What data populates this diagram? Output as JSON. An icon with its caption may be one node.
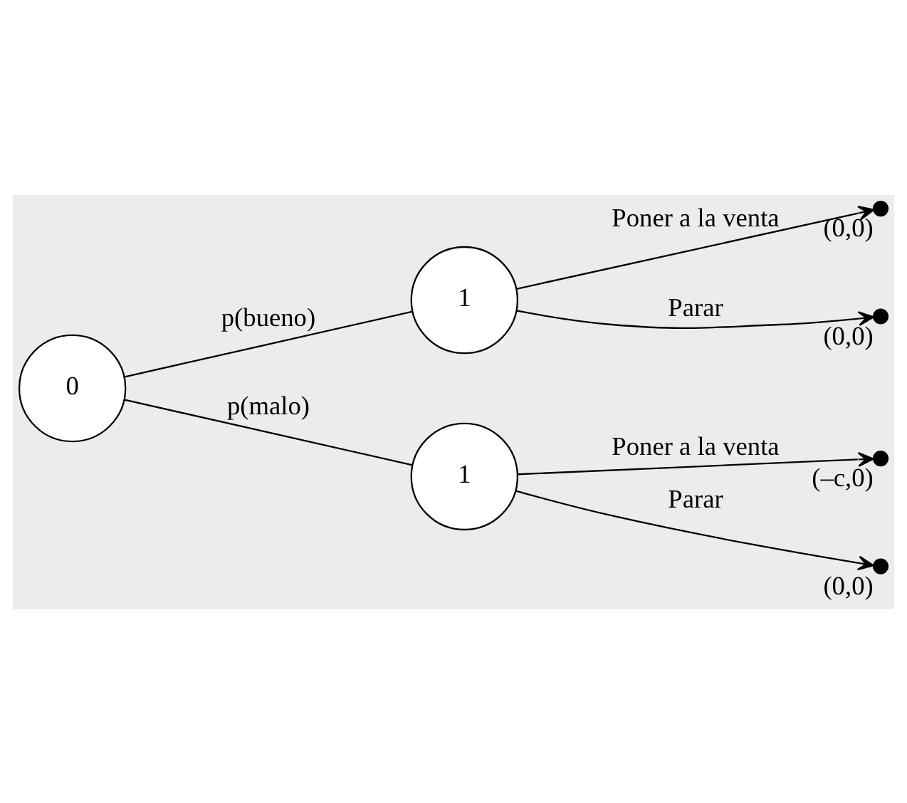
{
  "diagram": {
    "nodes": [
      {
        "text": [
          "0"
        ]
      },
      {
        "text": [
          "1"
        ]
      },
      {
        "text": [
          "1"
        ]
      },
      {
        "text": [],
        "shape": "circle",
        "beside": [
          "(0,0)"
        ]
      },
      {
        "text": [],
        "shape": "circle",
        "beside": [
          "(0,0)"
        ]
      },
      {
        "text": [],
        "shape": "circle",
        "beside": [
          "(–c,0)"
        ]
      },
      {
        "text": [],
        "shape": "circle",
        "beside": [
          "(0,0)"
        ]
      }
    ],
    "edges": [
      {
        "from": 0,
        "to": 1,
        "arrow": "none",
        "label": "p(bueno)"
      },
      {
        "from": 0,
        "to": 2,
        "arrow": "none",
        "label": "p(malo)"
      },
      {
        "from": 1,
        "to": 3,
        "arrow": "to",
        "label": "Poner a la venta"
      },
      {
        "from": 1,
        "to": 4,
        "arrow": "to",
        "label": "Parar"
      },
      {
        "from": 2,
        "to": 5,
        "arrow": "to",
        "label": "Poner a la venta"
      },
      {
        "from": 2,
        "to": 6,
        "arrow": "to",
        "label": "Parar"
      }
    ]
  }
}
